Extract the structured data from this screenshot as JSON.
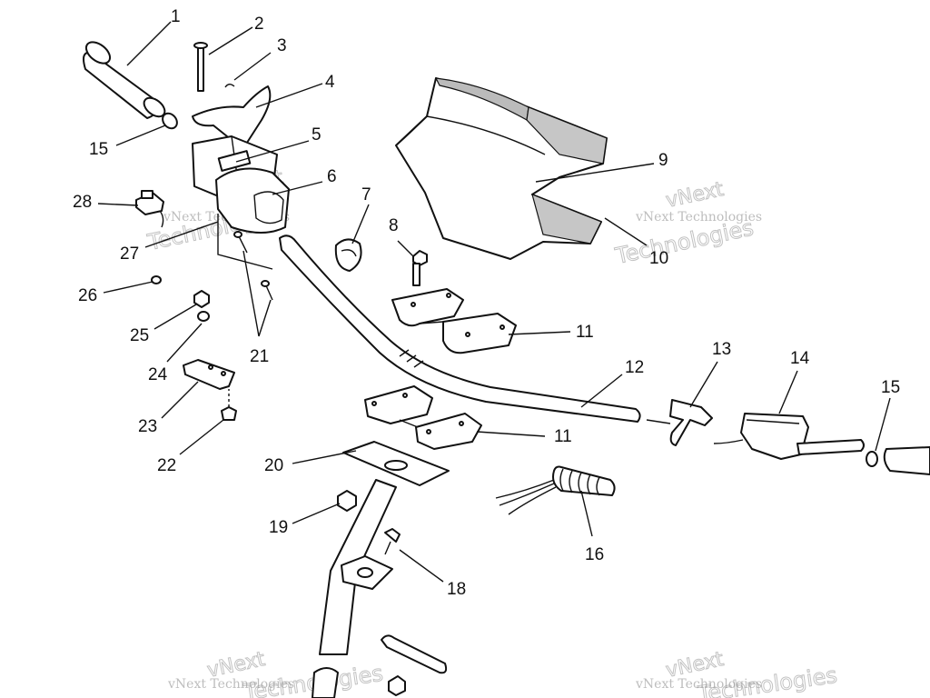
{
  "callouts": [
    {
      "id": "1",
      "label": "1"
    },
    {
      "id": "2",
      "label": "2"
    },
    {
      "id": "3",
      "label": "3"
    },
    {
      "id": "4",
      "label": "4"
    },
    {
      "id": "5",
      "label": "5"
    },
    {
      "id": "6",
      "label": "6"
    },
    {
      "id": "7",
      "label": "7"
    },
    {
      "id": "8",
      "label": "8"
    },
    {
      "id": "9",
      "label": "9"
    },
    {
      "id": "10",
      "label": "10"
    },
    {
      "id": "11a",
      "label": "11"
    },
    {
      "id": "11b",
      "label": "11"
    },
    {
      "id": "12",
      "label": "12"
    },
    {
      "id": "13",
      "label": "13"
    },
    {
      "id": "14",
      "label": "14"
    },
    {
      "id": "15a",
      "label": "15"
    },
    {
      "id": "15b",
      "label": "15"
    },
    {
      "id": "16",
      "label": "16"
    },
    {
      "id": "18",
      "label": "18"
    },
    {
      "id": "19",
      "label": "19"
    },
    {
      "id": "20",
      "label": "20"
    },
    {
      "id": "21",
      "label": "21"
    },
    {
      "id": "22",
      "label": "22"
    },
    {
      "id": "23",
      "label": "23"
    },
    {
      "id": "24",
      "label": "24"
    },
    {
      "id": "25",
      "label": "25"
    },
    {
      "id": "26",
      "label": "26"
    },
    {
      "id": "27",
      "label": "27"
    },
    {
      "id": "28",
      "label": "28"
    }
  ],
  "watermark": {
    "line1": "vNext",
    "line2": "Technologies",
    "small": "vNext Technologies"
  }
}
